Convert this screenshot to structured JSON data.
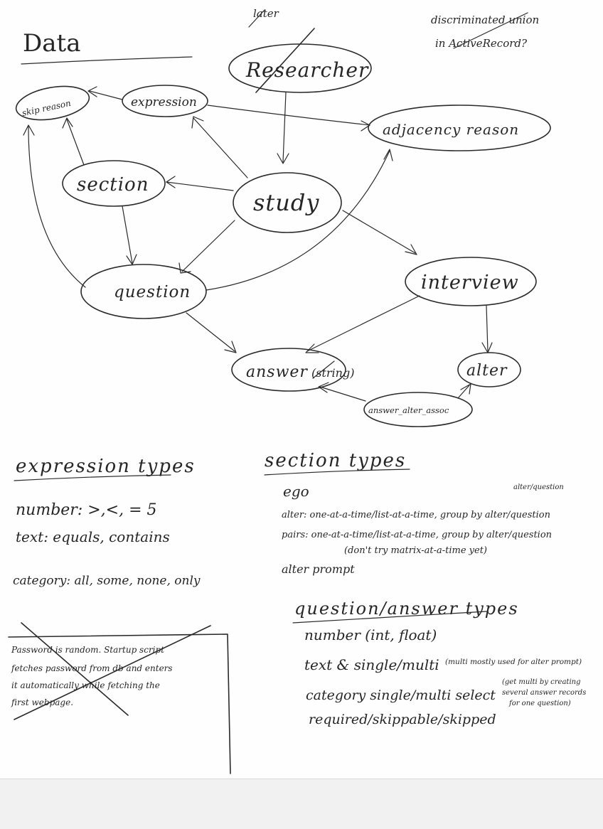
{
  "title": "Data",
  "top_note": {
    "line1": "discriminated union",
    "line2": "in ActiveRecord?"
  },
  "nodes": {
    "researcher": "Researcher",
    "later": "later",
    "skip_reason": "skip reason",
    "expression": "expression",
    "adjacency_reason": "adjacency reason",
    "section": "section",
    "study": "study",
    "question": "question",
    "interview": "interview",
    "answer": "answer",
    "answer_crossed": "(string)",
    "alter": "alter",
    "answer_alter_assoc": "answer_alter_assoc"
  },
  "expression_types": {
    "heading": "expression types",
    "lines": [
      "number: >,<, = 5",
      "text: equals, contains",
      "category: all, some, none, only"
    ]
  },
  "section_types": {
    "heading": "section types",
    "lines": [
      "ego",
      "alter: one-at-a-time/list-at-a-time, group by alter/question",
      "pairs: one-at-a-time/list-at-a-time, group by alter/question",
      "(don't try matrix-at-a-time yet)",
      "alter prompt"
    ],
    "ego_tail": "alter/question"
  },
  "question_answer_types": {
    "heading": "question/answer types",
    "lines": [
      "number (int, float)",
      "text & single/multi",
      "category single/multi select",
      "required/skippable/skipped"
    ],
    "text_note": "(multi mostly used for alter prompt)",
    "category_note": [
      "(get multi by creating",
      "several answer records",
      "for one question)"
    ]
  },
  "password_note": [
    "Password is random. Startup script",
    "fetches password from db and enters",
    "it automatically while fetching the",
    "first webpage."
  ]
}
